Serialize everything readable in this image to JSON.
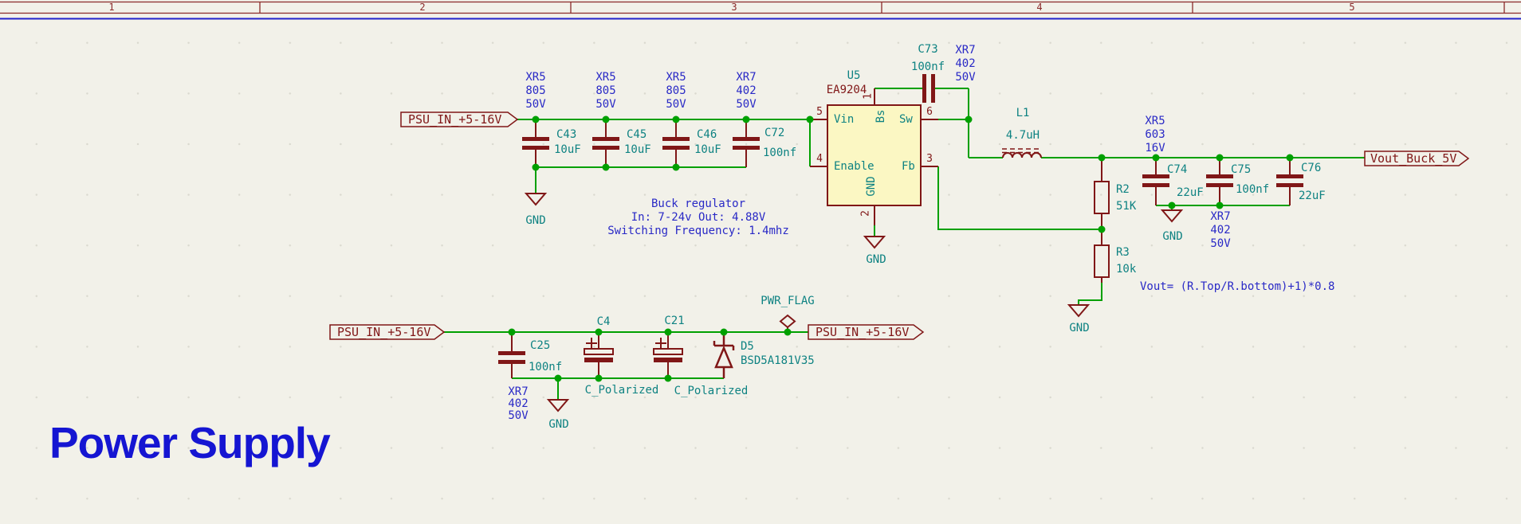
{
  "frame": {
    "sections": [
      "1",
      "2",
      "3",
      "4",
      "5"
    ]
  },
  "title": "Power Supply",
  "nets": {
    "psu_in": "PSU_IN_+5-16V",
    "vout": "Vout_Buck_5V"
  },
  "power": {
    "gnd": "GND",
    "pwr_flag": "PWR_FLAG"
  },
  "ic": {
    "ref": "U5",
    "value": "EA9204",
    "pins": {
      "vin": {
        "num": "5",
        "name": "Vin"
      },
      "enable": {
        "num": "4",
        "name": "Enable"
      },
      "sw": {
        "num": "6",
        "name": "Sw"
      },
      "fb": {
        "num": "3",
        "name": "Fb"
      },
      "bs": {
        "num": "1",
        "name": "Bs"
      },
      "gnd": {
        "num": "2",
        "name": "GND"
      }
    }
  },
  "components": {
    "c43": {
      "ref": "C43",
      "value": "10uF",
      "fields": [
        "XR5",
        "805",
        "50V"
      ]
    },
    "c45": {
      "ref": "C45",
      "value": "10uF",
      "fields": [
        "XR5",
        "805",
        "50V"
      ]
    },
    "c46": {
      "ref": "C46",
      "value": "10uF",
      "fields": [
        "XR5",
        "805",
        "50V"
      ]
    },
    "c72": {
      "ref": "C72",
      "value": "100nf",
      "fields": [
        "XR7",
        "402",
        "50V"
      ]
    },
    "c73": {
      "ref": "C73",
      "value": "100nf",
      "fields": [
        "XR7",
        "402",
        "50V"
      ]
    },
    "l1": {
      "ref": "L1",
      "value": "4.7uH"
    },
    "r2": {
      "ref": "R2",
      "value": "51K"
    },
    "r3": {
      "ref": "R3",
      "value": "10k"
    },
    "c74": {
      "ref": "C74",
      "value": "22uF",
      "fields": [
        "XR5",
        "603",
        "16V"
      ]
    },
    "c75": {
      "ref": "C75",
      "value": "100nf",
      "fields": [
        "XR7",
        "402",
        "50V"
      ]
    },
    "c76": {
      "ref": "C76",
      "value": "22uF"
    },
    "c25": {
      "ref": "C25",
      "value": "100nf",
      "fields": [
        "XR7",
        "402",
        "50V"
      ]
    },
    "c4": {
      "ref": "C4",
      "value": "C_Polarized"
    },
    "c21": {
      "ref": "C21",
      "value": "C_Polarized"
    },
    "d5": {
      "ref": "D5",
      "value": "BSD5A181V35"
    }
  },
  "notes": {
    "buck": [
      "Buck regulator",
      "In: 7-24v Out: 4.88V",
      "Switching Frequency: 1.4mhz"
    ],
    "vout_formula": "Vout= (R.Top/R.bottom)+1)*0.8"
  },
  "colors": {
    "wire_green": "#00A000",
    "symbol_maroon": "#801717",
    "ref_teal": "#0E8282",
    "field_blue": "#2929C6",
    "title_blue": "#1515D2",
    "ic_fill": "#FBF7C3",
    "background": "#F2F1E9"
  }
}
